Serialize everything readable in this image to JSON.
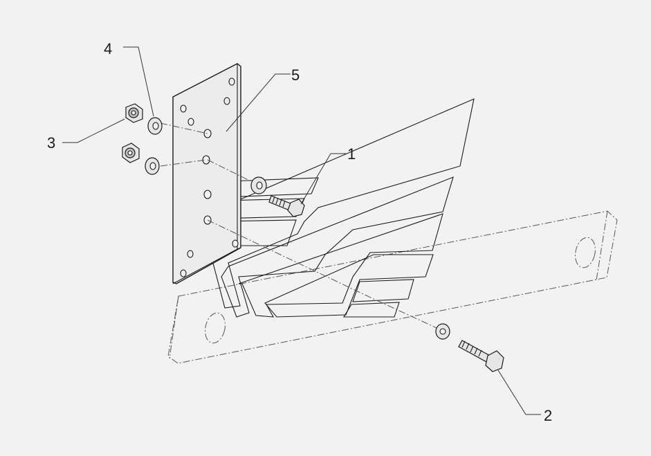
{
  "callouts": [
    {
      "id": "1",
      "label": "1"
    },
    {
      "id": "2",
      "label": "2"
    },
    {
      "id": "3",
      "label": "3"
    },
    {
      "id": "4",
      "label": "4"
    },
    {
      "id": "5",
      "label": "5"
    }
  ],
  "colors": {
    "background": "#f2f2f2",
    "line": "#1a1a1a",
    "part_fill": "#ececec"
  }
}
